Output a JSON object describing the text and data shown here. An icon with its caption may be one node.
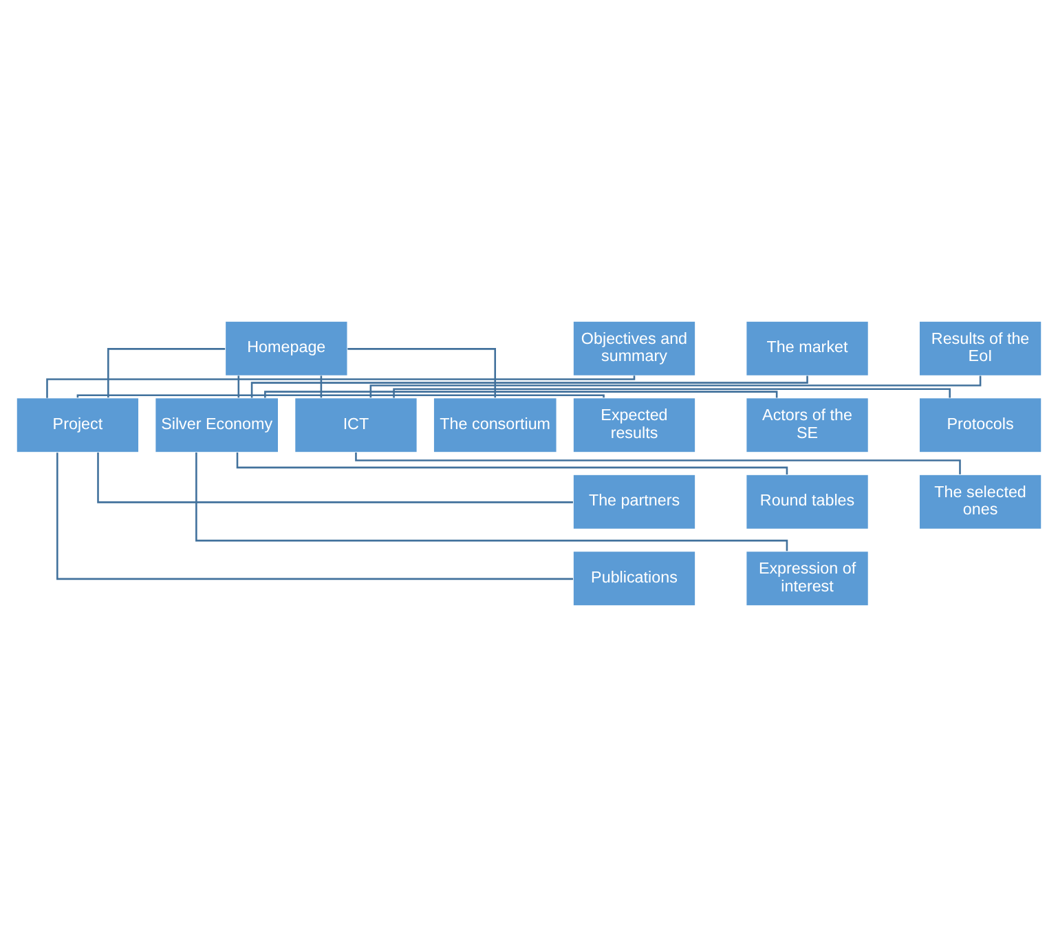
{
  "diagram": {
    "nodes": [
      {
        "text": [
          "Homepage"
        ]
      },
      {
        "text": [
          "Project"
        ]
      },
      {
        "text": [
          "Silver Economy"
        ]
      },
      {
        "text": [
          "ICT"
        ]
      },
      {
        "text": [
          "The consortium"
        ]
      },
      {
        "text": [
          "Objectives and summary"
        ]
      },
      {
        "text": [
          "Expected results"
        ]
      },
      {
        "text": [
          "The partners"
        ]
      },
      {
        "text": [
          "Publications"
        ]
      },
      {
        "text": [
          "The market"
        ]
      },
      {
        "text": [
          "Actors of the SE"
        ]
      },
      {
        "text": [
          "Round tables"
        ]
      },
      {
        "text": [
          "Expression of interest"
        ]
      },
      {
        "text": [
          "Results of the EoI"
        ]
      },
      {
        "text": [
          "Protocols"
        ]
      },
      {
        "text": [
          "The selected ones"
        ]
      }
    ],
    "edges": [
      {
        "from": 0,
        "to": 1,
        "arrow": "none"
      },
      {
        "from": 0,
        "to": 2,
        "arrow": "none"
      },
      {
        "from": 0,
        "to": 3,
        "arrow": "none"
      },
      {
        "from": 0,
        "to": 4,
        "arrow": "none"
      },
      {
        "from": 1,
        "to": 5,
        "arrow": "none"
      },
      {
        "from": 1,
        "to": 6,
        "arrow": "none"
      },
      {
        "from": 1,
        "to": 7,
        "arrow": "none"
      },
      {
        "from": 1,
        "to": 8,
        "arrow": "none"
      },
      {
        "from": 2,
        "to": 9,
        "arrow": "none"
      },
      {
        "from": 2,
        "to": 10,
        "arrow": "none"
      },
      {
        "from": 2,
        "to": 11,
        "arrow": "none"
      },
      {
        "from": 2,
        "to": 12,
        "arrow": "none"
      },
      {
        "from": 3,
        "to": 13,
        "arrow": "none"
      },
      {
        "from": 3,
        "to": 14,
        "arrow": "none"
      },
      {
        "from": 3,
        "to": 15,
        "arrow": "none"
      }
    ]
  }
}
